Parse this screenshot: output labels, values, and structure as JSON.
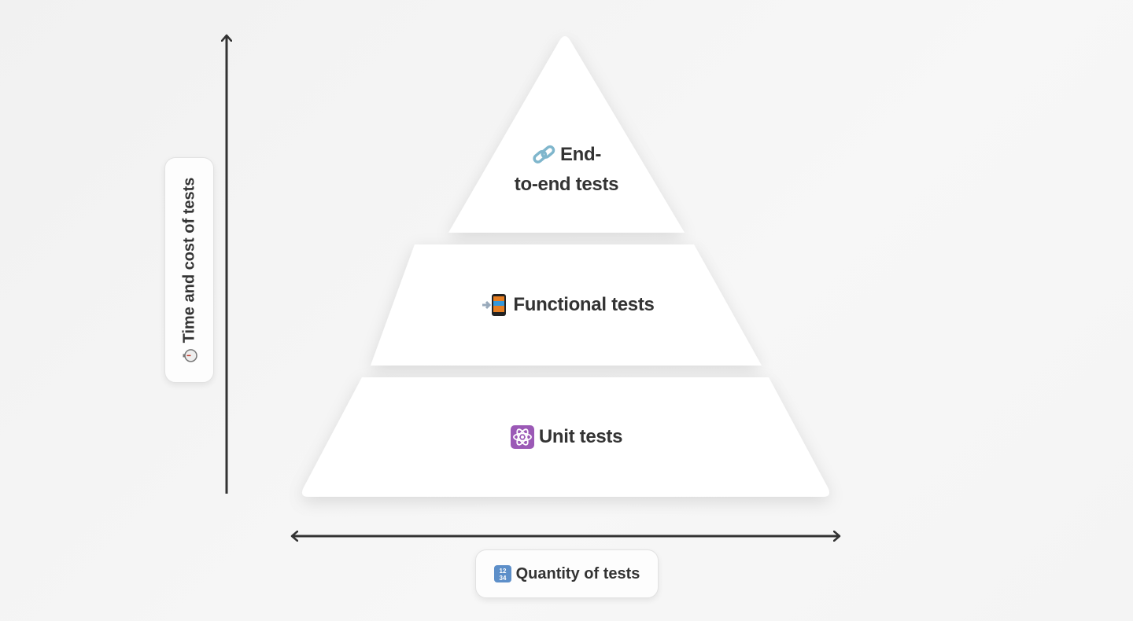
{
  "pyramid": {
    "levels": [
      {
        "icon": "link-icon",
        "label_line1": "End-",
        "label_line2": "to-end tests"
      },
      {
        "icon": "mobile-phone-arrow-icon",
        "label": "Functional tests"
      },
      {
        "icon": "atom-icon",
        "label": "Unit tests"
      }
    ]
  },
  "axes": {
    "vertical": {
      "icon": "stopwatch-icon",
      "label": "Time and cost of tests"
    },
    "horizontal": {
      "icon": "numbers-1234-icon",
      "label": "Quantity of tests"
    }
  },
  "colors": {
    "arrow": "#333333",
    "shape": "#ffffff",
    "link": "#7fb6cc",
    "atom_bg": "#9b59b6"
  }
}
